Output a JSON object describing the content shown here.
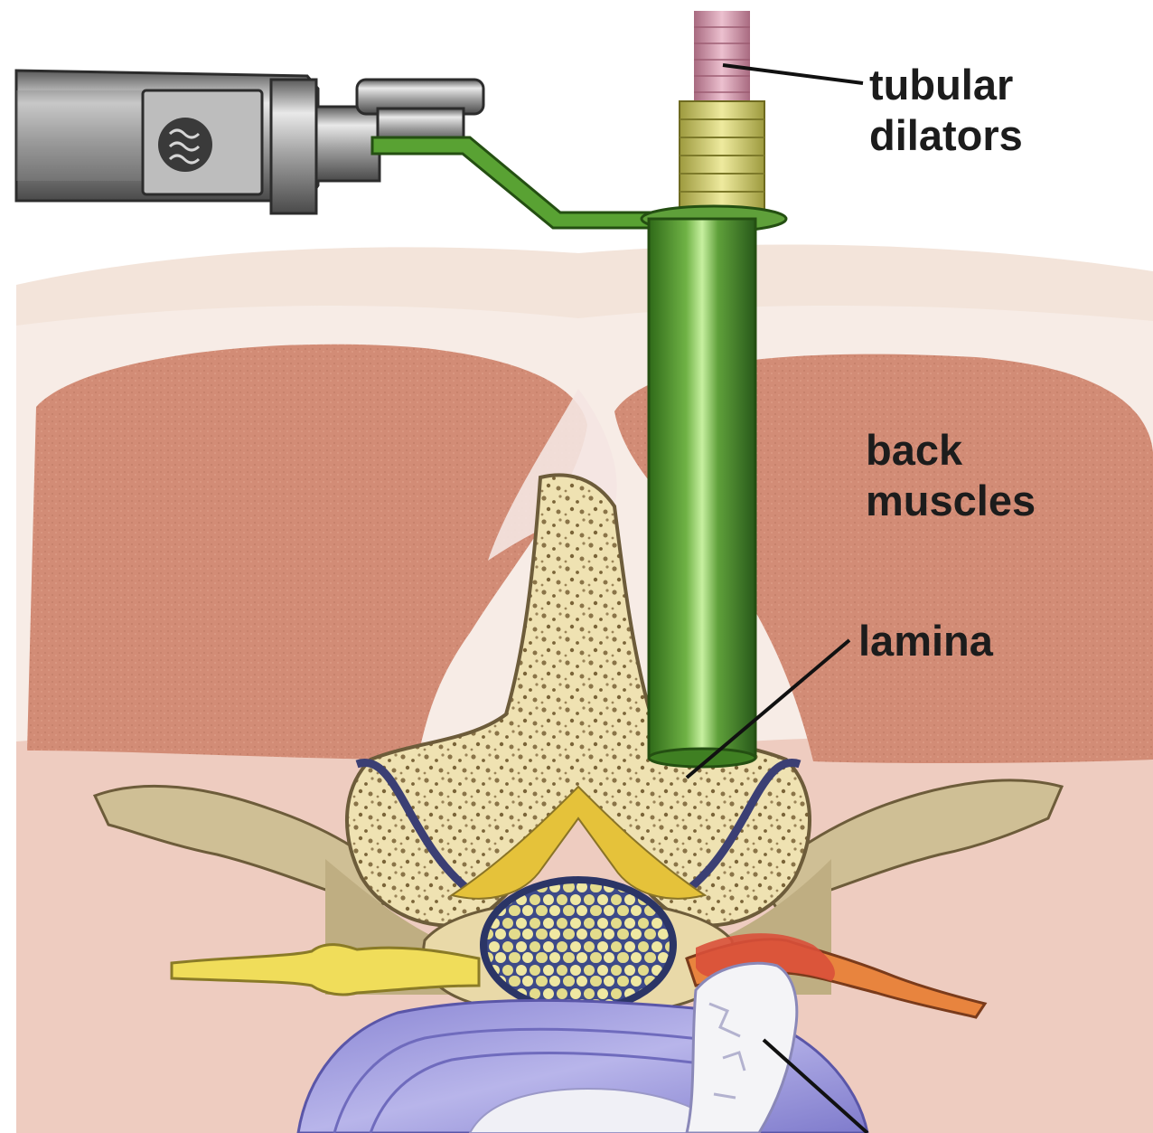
{
  "labels": {
    "tubular_dilators": [
      "tubular",
      "dilators"
    ],
    "back_muscles": [
      "back",
      "muscles"
    ],
    "lamina": "lamina"
  },
  "colors": {
    "skin": "#f3e4da",
    "muscle": "#d28c76",
    "bone": "#efe2b2",
    "bone_speckle": "#8a7448",
    "tube": "#4e8f2a",
    "tube_highlight": "#c7f0a0",
    "dilator_pink": "#cf8fa4",
    "dilator_yellow": "#d6cf72",
    "retractor_metal": "#a9a9a9",
    "nerve": "#f0dd5a",
    "disc": "#9c98dc",
    "herniation": "#f4f4f7",
    "inflamed_nerve": "#d9503a",
    "leader_line": "#111111"
  },
  "icons": {
    "retractor_arm": "retractor-arm-icon"
  }
}
